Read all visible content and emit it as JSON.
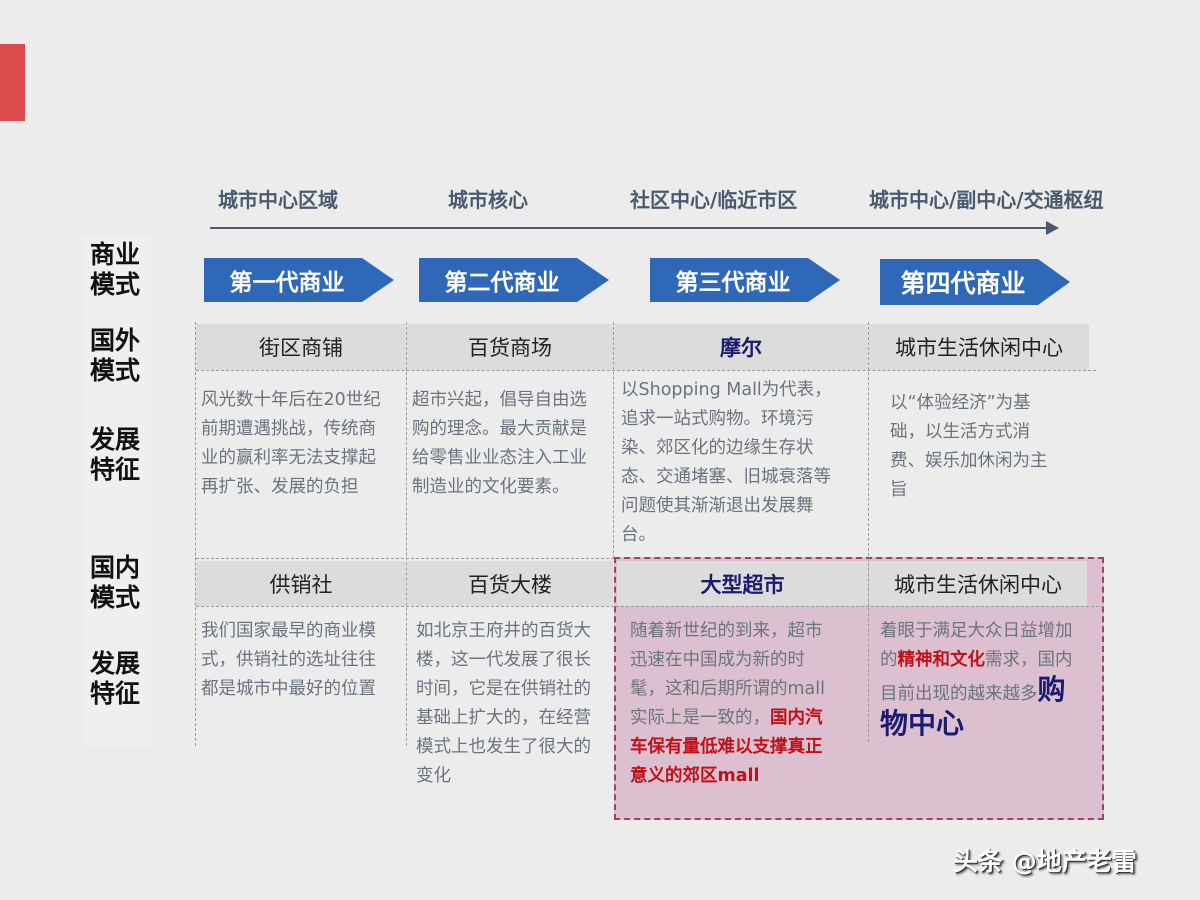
{
  "slide": {
    "accent_color": "#db4b4e",
    "arrow_color": "#2f68b6",
    "highlight_color": "#dcc0cf"
  },
  "timeline": {
    "locations": [
      "城市中心区域",
      "城市核心",
      "社区中心/临近市区",
      "城市中心/副中心/交通枢纽"
    ]
  },
  "generations": [
    "第一代商业",
    "第二代商业",
    "第三代商业",
    "第四代商业"
  ],
  "row_labels": {
    "business_model": "商业模式",
    "foreign_model": "国外模式",
    "foreign_features": "发展特征",
    "domestic_model": "国内模式",
    "domestic_features": "发展特征"
  },
  "foreign": {
    "headers": [
      "街区商铺",
      "百货商场",
      "摩尔",
      "城市生活休闲中心"
    ],
    "descriptions": [
      "风光数十年后在20世纪前期遭遇挑战，传统商业的赢利率无法支撑起再扩张、发展的负担",
      "超市兴起，倡导自由选购的理念。最大贡献是给零售业业态注入工业制造业的文化要素。",
      "以Shopping Mall为代表，追求一站式购物。环境污染、郊区化的边缘生存状态、交通堵塞、旧城衰落等问题使其渐渐退出发展舞台。",
      "以“体验经济”为基础，以生活方式消费、娱乐加休闲为主旨"
    ]
  },
  "domestic": {
    "headers": [
      "供销社",
      "百货大楼",
      "大型超市",
      "城市生活休闲中心"
    ],
    "descriptions": [
      "我们国家最早的商业模式，供销社的选址往往都是城市中最好的位置",
      "如北京王府井的百货大楼，这一代发展了很长时间，它是在供销社的基础上扩大的，在经营模式上也发生了很大的变化",
      {
        "normal": "随着新世纪的到来，超市迅速在中国成为新的时髦，这和后期所谓的mall实际上是一致的，",
        "emphasis": "国内汽车保有量低难以支撑真正意义的郊区mall"
      },
      {
        "part1": "着眼于满足大众日益增加的",
        "emphasis": "精神和文化",
        "part2": "需求，国内目前出现的越来越多",
        "big": "购物中心"
      }
    ]
  },
  "watermark": "头条 @地产老雷"
}
